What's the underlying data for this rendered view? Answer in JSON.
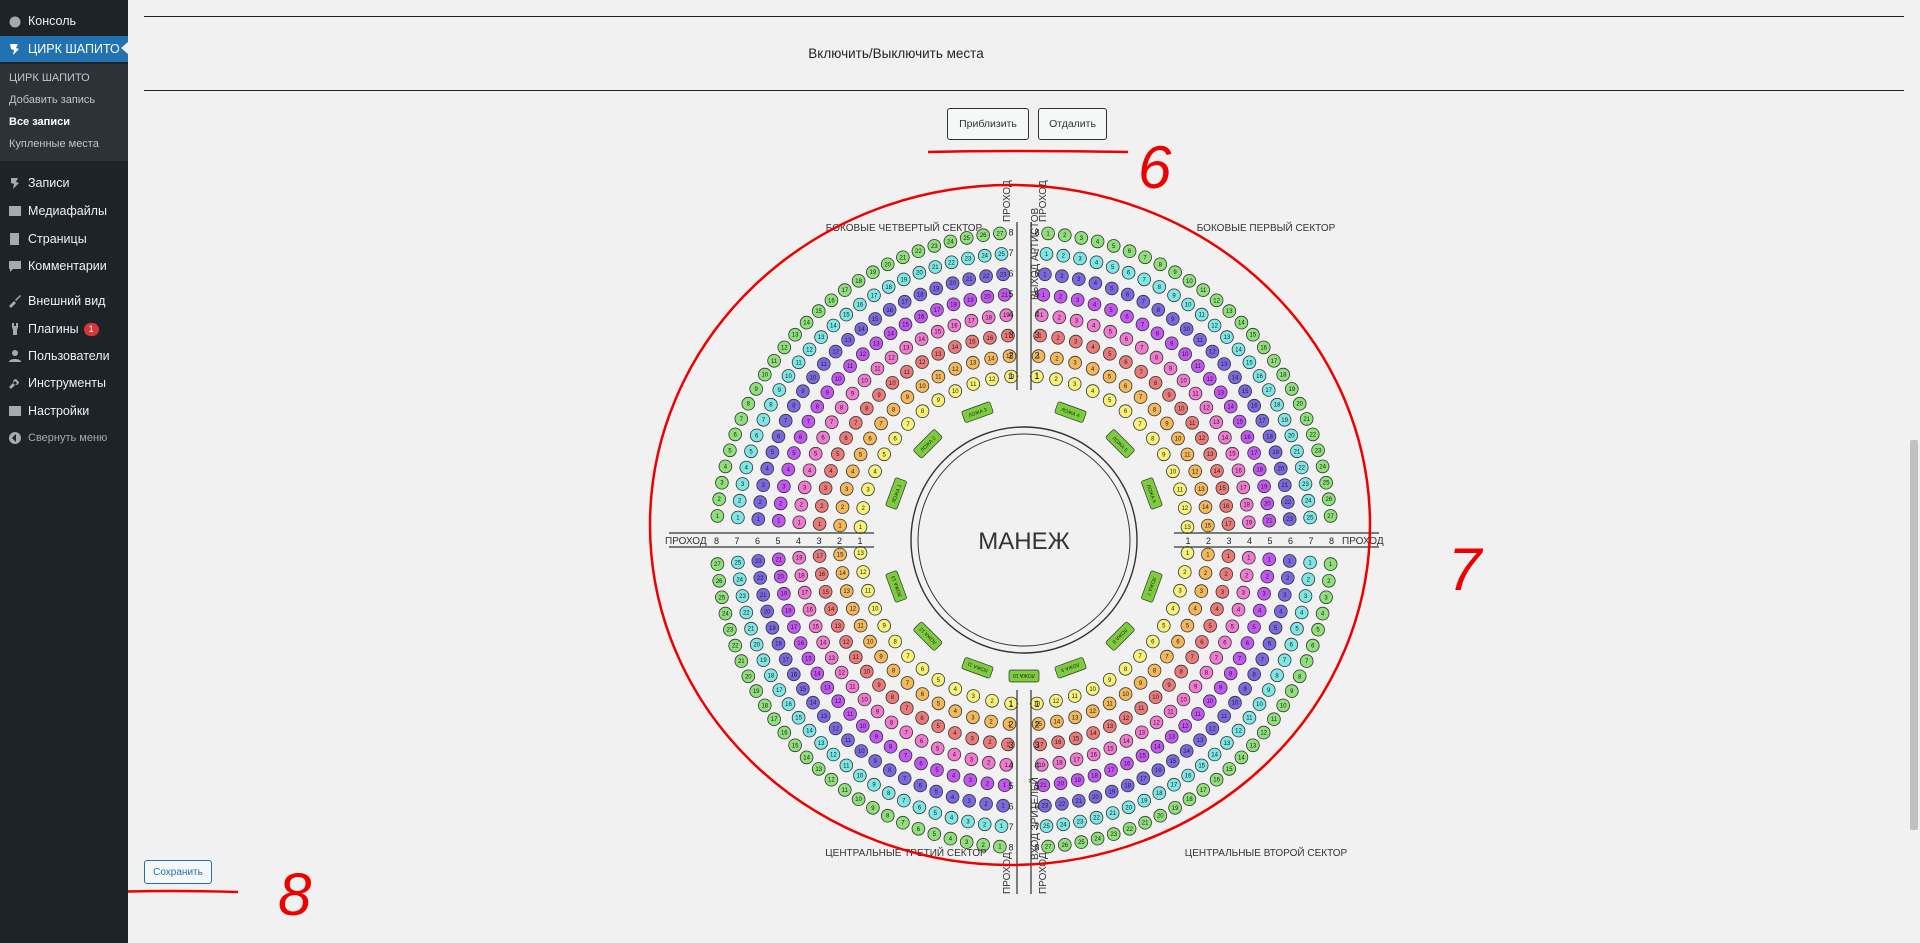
{
  "sidebar": {
    "dashboard": "Консоль",
    "current": "ЦИРК ШАПИТО",
    "submenu": [
      "ЦИРК ШАПИТО",
      "Добавить запись",
      "Все записи",
      "Купленные места"
    ],
    "items": [
      {
        "label": "Записи",
        "icon": "pin-icon"
      },
      {
        "label": "Медиафайлы",
        "icon": "media-icon"
      },
      {
        "label": "Страницы",
        "icon": "pages-icon"
      },
      {
        "label": "Комментарии",
        "icon": "comment-icon"
      },
      {
        "label": "Внешний вид",
        "icon": "brush-icon"
      },
      {
        "label": "Плагины",
        "icon": "plugin-icon",
        "badge": "1"
      },
      {
        "label": "Пользователи",
        "icon": "user-icon"
      },
      {
        "label": "Инструменты",
        "icon": "wrench-icon"
      },
      {
        "label": "Настройки",
        "icon": "settings-icon"
      }
    ],
    "collapse": "Свернуть меню"
  },
  "content": {
    "section_title": "Включить/Выключить места",
    "zoom_in": "Приблизить",
    "zoom_out": "Отдалить",
    "save": "Сохранить"
  },
  "hall": {
    "arena": "МАНЕЖ",
    "sectors": [
      "БОКОВЫЕ ЧЕТВЕРТЫЙ СЕКТОР",
      "БОКОВЫЕ ПЕРВЫЙ СЕКТОР",
      "ЦЕНТРАЛЬНЫЕ ТРЕТИЙ СЕКТОР",
      "ЦЕНТРАЛЬНЫЕ ВТОРОЙ СЕКТОР"
    ],
    "aisle": "ПРОХОД",
    "artist_exit": "ВЫХОД АРТИСТОВ",
    "spectator_entrance": "ВХОД ЗРИТЕЛЕЙ",
    "box_label": "ЛОЖА",
    "rows": [
      "1",
      "2",
      "3",
      "4",
      "5",
      "6",
      "7",
      "8"
    ],
    "row_colors": [
      "#f5f27a",
      "#f3b85a",
      "#ea7a7a",
      "#f07ad0",
      "#c256f0",
      "#7d67e0",
      "#7fe6e6",
      "#8fe07a"
    ],
    "box_color": "#7dcc3d"
  },
  "annotations": [
    "6",
    "7",
    "8"
  ]
}
